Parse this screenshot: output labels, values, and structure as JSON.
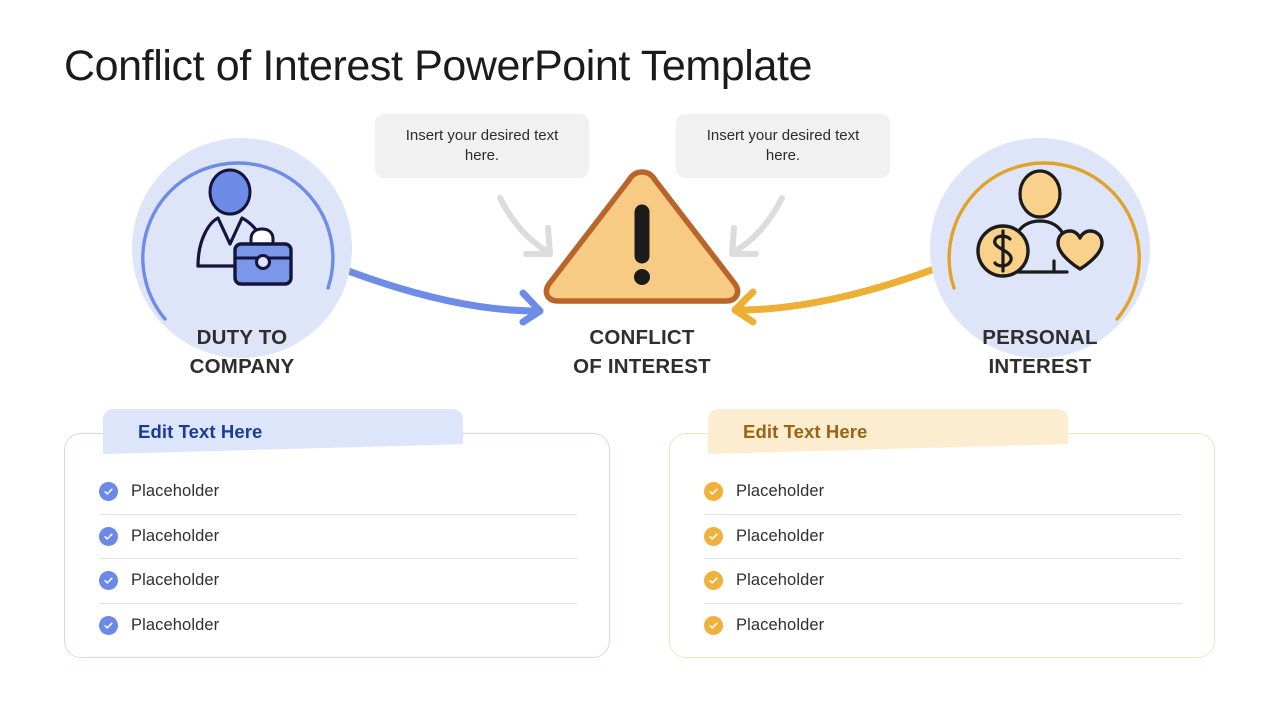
{
  "title": "Conflict of Interest PowerPoint Template",
  "nodes": [
    {
      "id": "duty-to-company",
      "label_line1": "DUTY TO",
      "label_line2": "COMPANY",
      "icon": "businessperson-briefcase-icon",
      "accent": "#6b8ae8",
      "circle_bg": "#dfe5f9"
    },
    {
      "id": "conflict-of-interest",
      "label_line1": "CONFLICT",
      "label_line2": "OF INTEREST",
      "icon": "warning-triangle-icon",
      "accent": "#f6c574",
      "border": "#b9642a"
    },
    {
      "id": "personal-interest",
      "label_line1": "PERSONAL",
      "label_line2": "INTEREST",
      "icon": "person-money-heart-icon",
      "accent": "#e0a32a",
      "circle_bg": "#dfe5f9"
    }
  ],
  "callouts": [
    {
      "id": "callout-left",
      "text": "Insert your desired text here."
    },
    {
      "id": "callout-right",
      "text": "Insert your desired text here."
    }
  ],
  "cards": [
    {
      "id": "card-left",
      "header": "Edit Text Here",
      "accent": "#6b8ae8",
      "header_bg": "#dde5fa",
      "header_color": "#1b3b9b",
      "items": [
        "Placeholder",
        "Placeholder",
        "Placeholder",
        "Placeholder"
      ]
    },
    {
      "id": "card-right",
      "header": "Edit Text Here",
      "accent": "#f0b13c",
      "header_bg": "#fcecd0",
      "header_color": "#9a6410",
      "items": [
        "Placeholder",
        "Placeholder",
        "Placeholder",
        "Placeholder"
      ]
    }
  ],
  "colors": {
    "blue_arrow": "#6d8ce8",
    "amber_arrow": "#efae34",
    "gray_arrow": "#dcdcdc",
    "title_color": "#1b1b1b",
    "label_color": "#2e2e2e"
  }
}
